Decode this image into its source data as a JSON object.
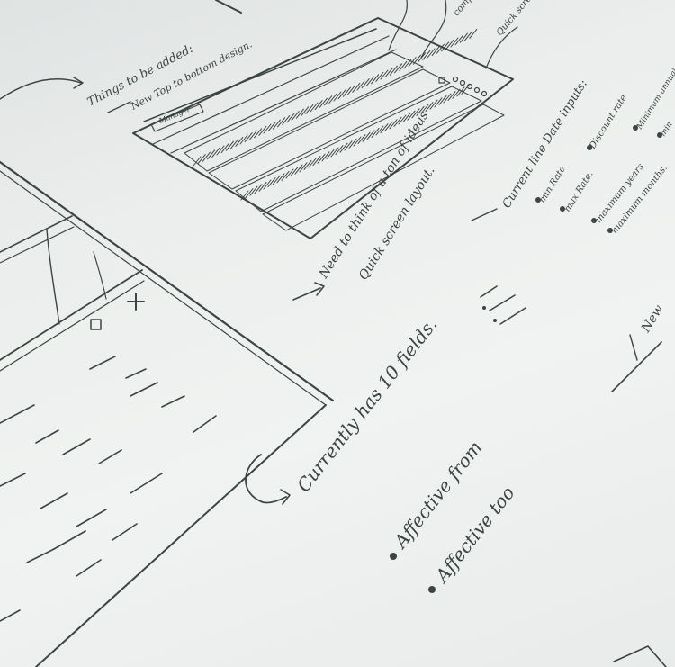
{
  "notes": {
    "things_to_be_added": "Things to be added:",
    "top_bottom_design": "New Top to bottom design.",
    "need_to_think": "Need to think of a ton of ideas",
    "quick_screen_layout": "Quick screen layout.",
    "current_line_date_inputs": "Current line Date inputs:",
    "min_rate": "min Rate",
    "max_rate": "max Rate.",
    "maximum_years": "maximum years",
    "maximum_months": "maximum months.",
    "discount_rate": "Discount rate",
    "minimum_annual": "Minimum annual",
    "min": "min",
    "quick_screen_top": "Quick screen logic",
    "compare": "compare",
    "new": "New",
    "currently_has_fields": "Currently has 10 fields.",
    "affective_from": "Affective from",
    "affective_too": "Affective too",
    "manager_label": "Manager"
  },
  "colors": {
    "ink": "#3b4541",
    "paper": "#eceeed"
  }
}
